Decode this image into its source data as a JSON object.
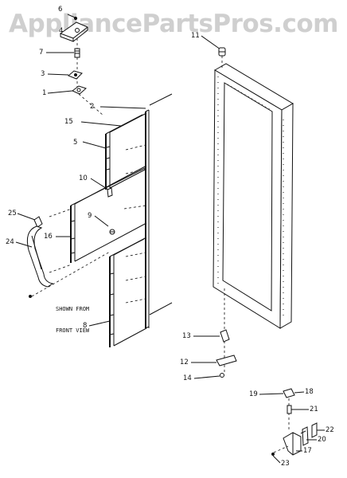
{
  "watermark": "AppliancePartsPros.com",
  "note_lines": [
    "SHOWN FROM",
    "FRONT VIEW"
  ],
  "callouts": [
    {
      "id": "c6",
      "text": "6"
    },
    {
      "id": "c4",
      "text": "4"
    },
    {
      "id": "c7",
      "text": "7"
    },
    {
      "id": "c3",
      "text": "3"
    },
    {
      "id": "c1",
      "text": "1"
    },
    {
      "id": "c2",
      "text": "2"
    },
    {
      "id": "c15",
      "text": "15"
    },
    {
      "id": "c5",
      "text": "5"
    },
    {
      "id": "c10",
      "text": "10"
    },
    {
      "id": "c9",
      "text": "9"
    },
    {
      "id": "c25",
      "text": "25"
    },
    {
      "id": "c16",
      "text": "16"
    },
    {
      "id": "c24",
      "text": "24"
    },
    {
      "id": "c8",
      "text": "8"
    },
    {
      "id": "c11",
      "text": "11"
    },
    {
      "id": "c13",
      "text": "13"
    },
    {
      "id": "c12",
      "text": "12"
    },
    {
      "id": "c14",
      "text": "14"
    },
    {
      "id": "c19",
      "text": "19"
    },
    {
      "id": "c18",
      "text": "18"
    },
    {
      "id": "c21",
      "text": "21"
    },
    {
      "id": "c22",
      "text": "22"
    },
    {
      "id": "c20",
      "text": "20"
    },
    {
      "id": "c17",
      "text": "17"
    },
    {
      "id": "c23",
      "text": "23"
    }
  ]
}
